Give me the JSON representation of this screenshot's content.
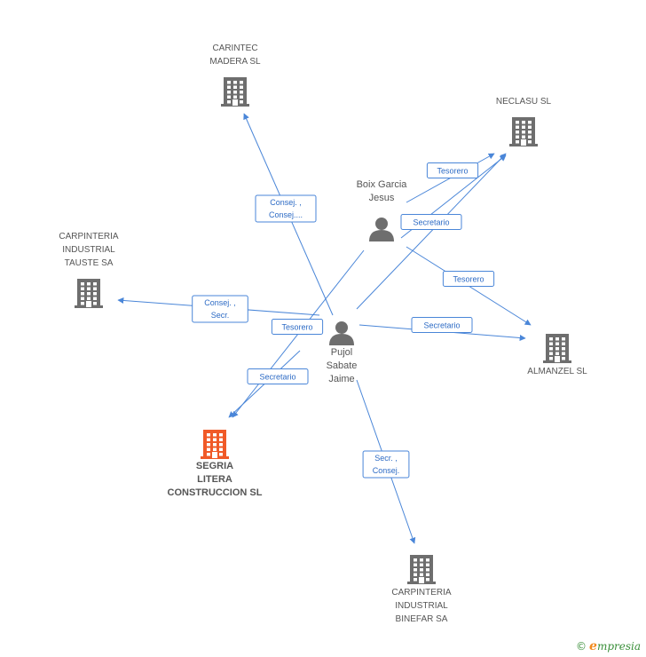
{
  "colors": {
    "edge": "#4a86d8",
    "company": "#6e6e6e",
    "main_company": "#f05a28",
    "person": "#6e6e6e"
  },
  "companies": [
    {
      "id": "carintec",
      "lines": [
        "CARINTEC",
        "MADERA SL"
      ],
      "main": false
    },
    {
      "id": "neclasu",
      "lines": [
        "NECLASU SL"
      ],
      "main": false
    },
    {
      "id": "tauste",
      "lines": [
        "CARPINTERIA",
        "INDUSTRIAL",
        "TAUSTE SA"
      ],
      "main": false
    },
    {
      "id": "almanzel",
      "lines": [
        "ALMANZEL SL"
      ],
      "main": false
    },
    {
      "id": "segria",
      "lines": [
        "SEGRIA",
        "LITERA",
        "CONSTRUCCION SL"
      ],
      "main": true
    },
    {
      "id": "binefar",
      "lines": [
        "CARPINTERIA",
        "INDUSTRIAL",
        "BINEFAR SA"
      ],
      "main": false
    }
  ],
  "persons": [
    {
      "id": "boix",
      "lines": [
        "Boix Garcia",
        "Jesus"
      ]
    },
    {
      "id": "pujol",
      "lines": [
        "Pujol",
        "Sabate",
        "Jaime"
      ]
    }
  ],
  "edges": [
    {
      "from": "pujol",
      "to": "carintec",
      "labels": [
        "Consej. ,",
        "Consej...."
      ]
    },
    {
      "from": "pujol",
      "to": "tauste",
      "labels": [
        "Consej. ,",
        "Secr."
      ]
    },
    {
      "from": "pujol",
      "to": "neclasu",
      "labels": []
    },
    {
      "from": "pujol",
      "to": "almanzel",
      "labels": [
        "Secretario"
      ]
    },
    {
      "from": "pujol",
      "to": "segria",
      "labels": [
        "Secretario"
      ]
    },
    {
      "from": "pujol",
      "to": "binefar",
      "labels": [
        "Secr. ,",
        "Consej."
      ]
    },
    {
      "from": "boix",
      "to": "neclasu",
      "labels": [
        "Tesorero"
      ]
    },
    {
      "from": "boix",
      "to": "almanzel",
      "labels": [
        "Tesorero"
      ]
    },
    {
      "from": "boix",
      "to": "segria",
      "labels": [
        "Tesorero"
      ]
    },
    {
      "from": "pujol",
      "to": "neclasu",
      "labels": [
        "Secretario"
      ],
      "shared": true
    }
  ],
  "footer": {
    "copyright": "©",
    "brand_initial": "e",
    "brand_rest": "mpresia"
  }
}
